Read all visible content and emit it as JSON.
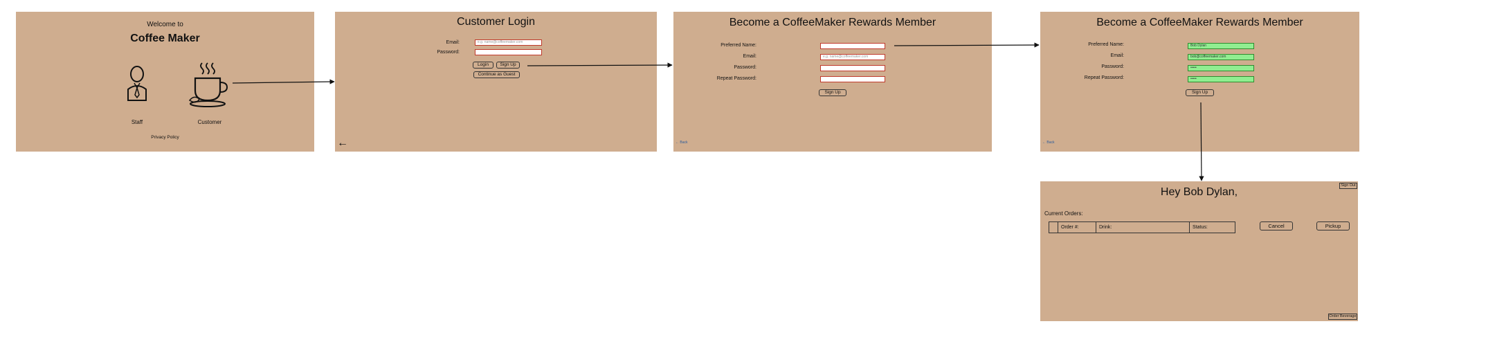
{
  "welcome": {
    "greeting": "Welcome to",
    "title": "Coffee Maker",
    "staff_label": "Staff",
    "customer_label": "Customer",
    "privacy_link": "Privacy Policy"
  },
  "login": {
    "title": "Customer Login",
    "email_label": "Email:",
    "email_placeholder": "e.g. name@coffeemaker.com",
    "password_label": "Password:",
    "login_button": "Login",
    "signup_button": "Sign Up",
    "guest_button": "Continue as Guest",
    "back_icon": "←"
  },
  "signup_empty": {
    "title": "Become a CoffeeMaker Rewards Member",
    "name_label": "Preferred Name:",
    "email_label": "Email:",
    "email_placeholder": "e.g. name@coffeemaker.com",
    "password_label": "Password:",
    "repeat_label": "Repeat Password:",
    "signup_button": "Sign Up",
    "back_link": "← Back"
  },
  "signup_filled": {
    "title": "Become a CoffeeMaker Rewards Member",
    "name_label": "Preferred Name:",
    "name_value": "Bob Dylan",
    "email_label": "Email:",
    "email_value": "bob@coffeemaker.com",
    "password_label": "Password:",
    "password_value": "•••••",
    "repeat_label": "Repeat Password:",
    "repeat_value": "•••••",
    "signup_button": "Sign Up",
    "back_link": "← Back"
  },
  "dashboard": {
    "greeting": "Hey Bob Dylan,",
    "sign_out": "Sign Out",
    "current_orders": "Current Orders:",
    "columns": [
      "Order #:",
      "Drink:",
      "Status:"
    ],
    "cancel_button": "Cancel",
    "pickup_button": "Pickup",
    "order_beverage": "Order Beverage"
  },
  "colors": {
    "panel": "#cfad8f",
    "invalid_border": "#c0392b",
    "valid_fill": "#90ee90"
  }
}
